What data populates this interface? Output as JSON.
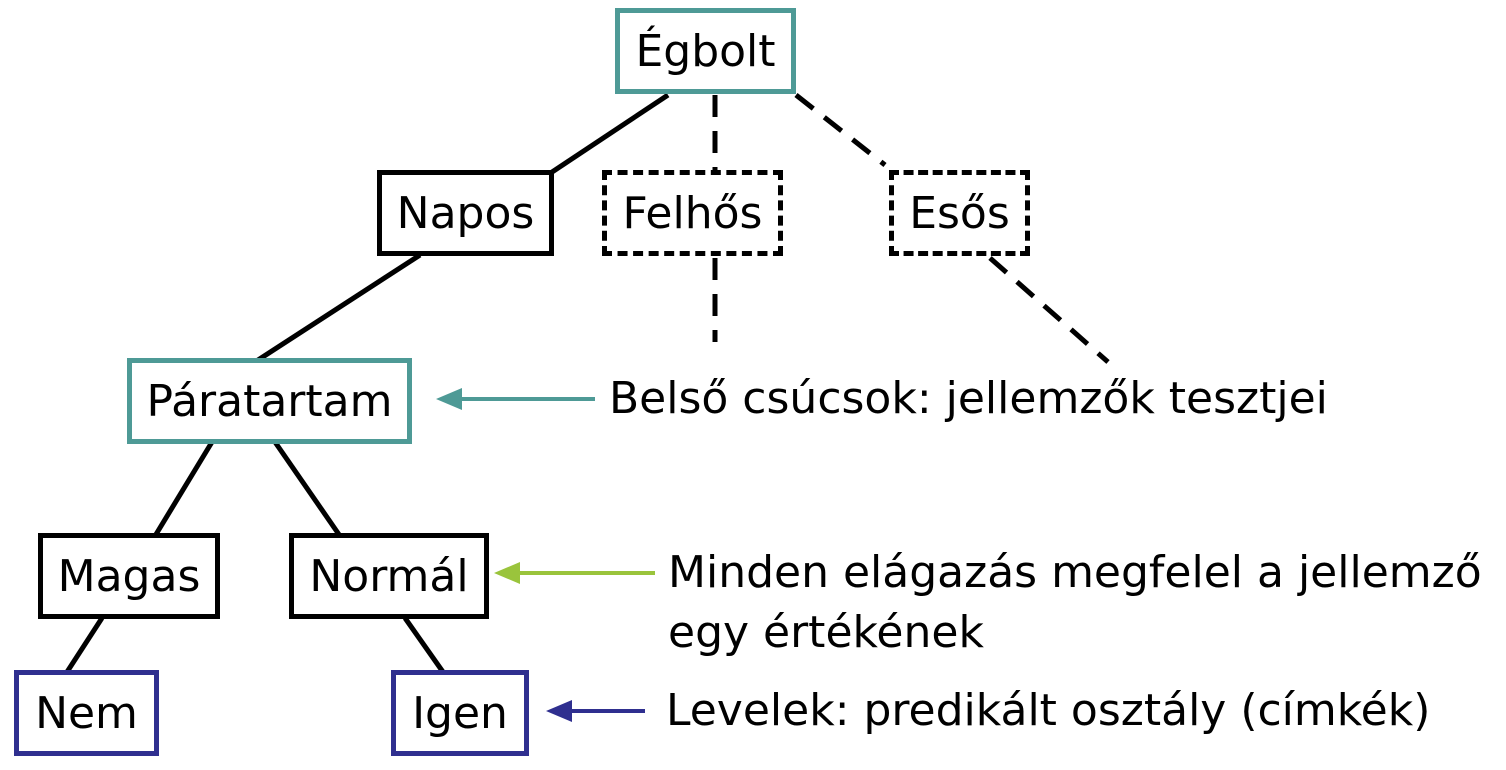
{
  "nodes": {
    "egbolt": "Égbolt",
    "napos": "Napos",
    "felhos": "Felhős",
    "esos": "Esős",
    "paratartam": "Páratartam",
    "magas": "Magas",
    "normal": "Normál",
    "nem": "Nem",
    "igen": "Igen"
  },
  "annotations": {
    "internal_nodes": "Belső csúcsok: jellemzők tesztjei",
    "branches_line1": "Minden elágazás megfelel a jellemző",
    "branches_line2": "egy értékének",
    "leaves": "Levelek: predikált osztály (címkék)"
  },
  "colors": {
    "test_node": "#4e9a96",
    "leaf_node": "#2f2f8f",
    "branch_arrow": "#9ac43c",
    "edge": "#000000"
  }
}
